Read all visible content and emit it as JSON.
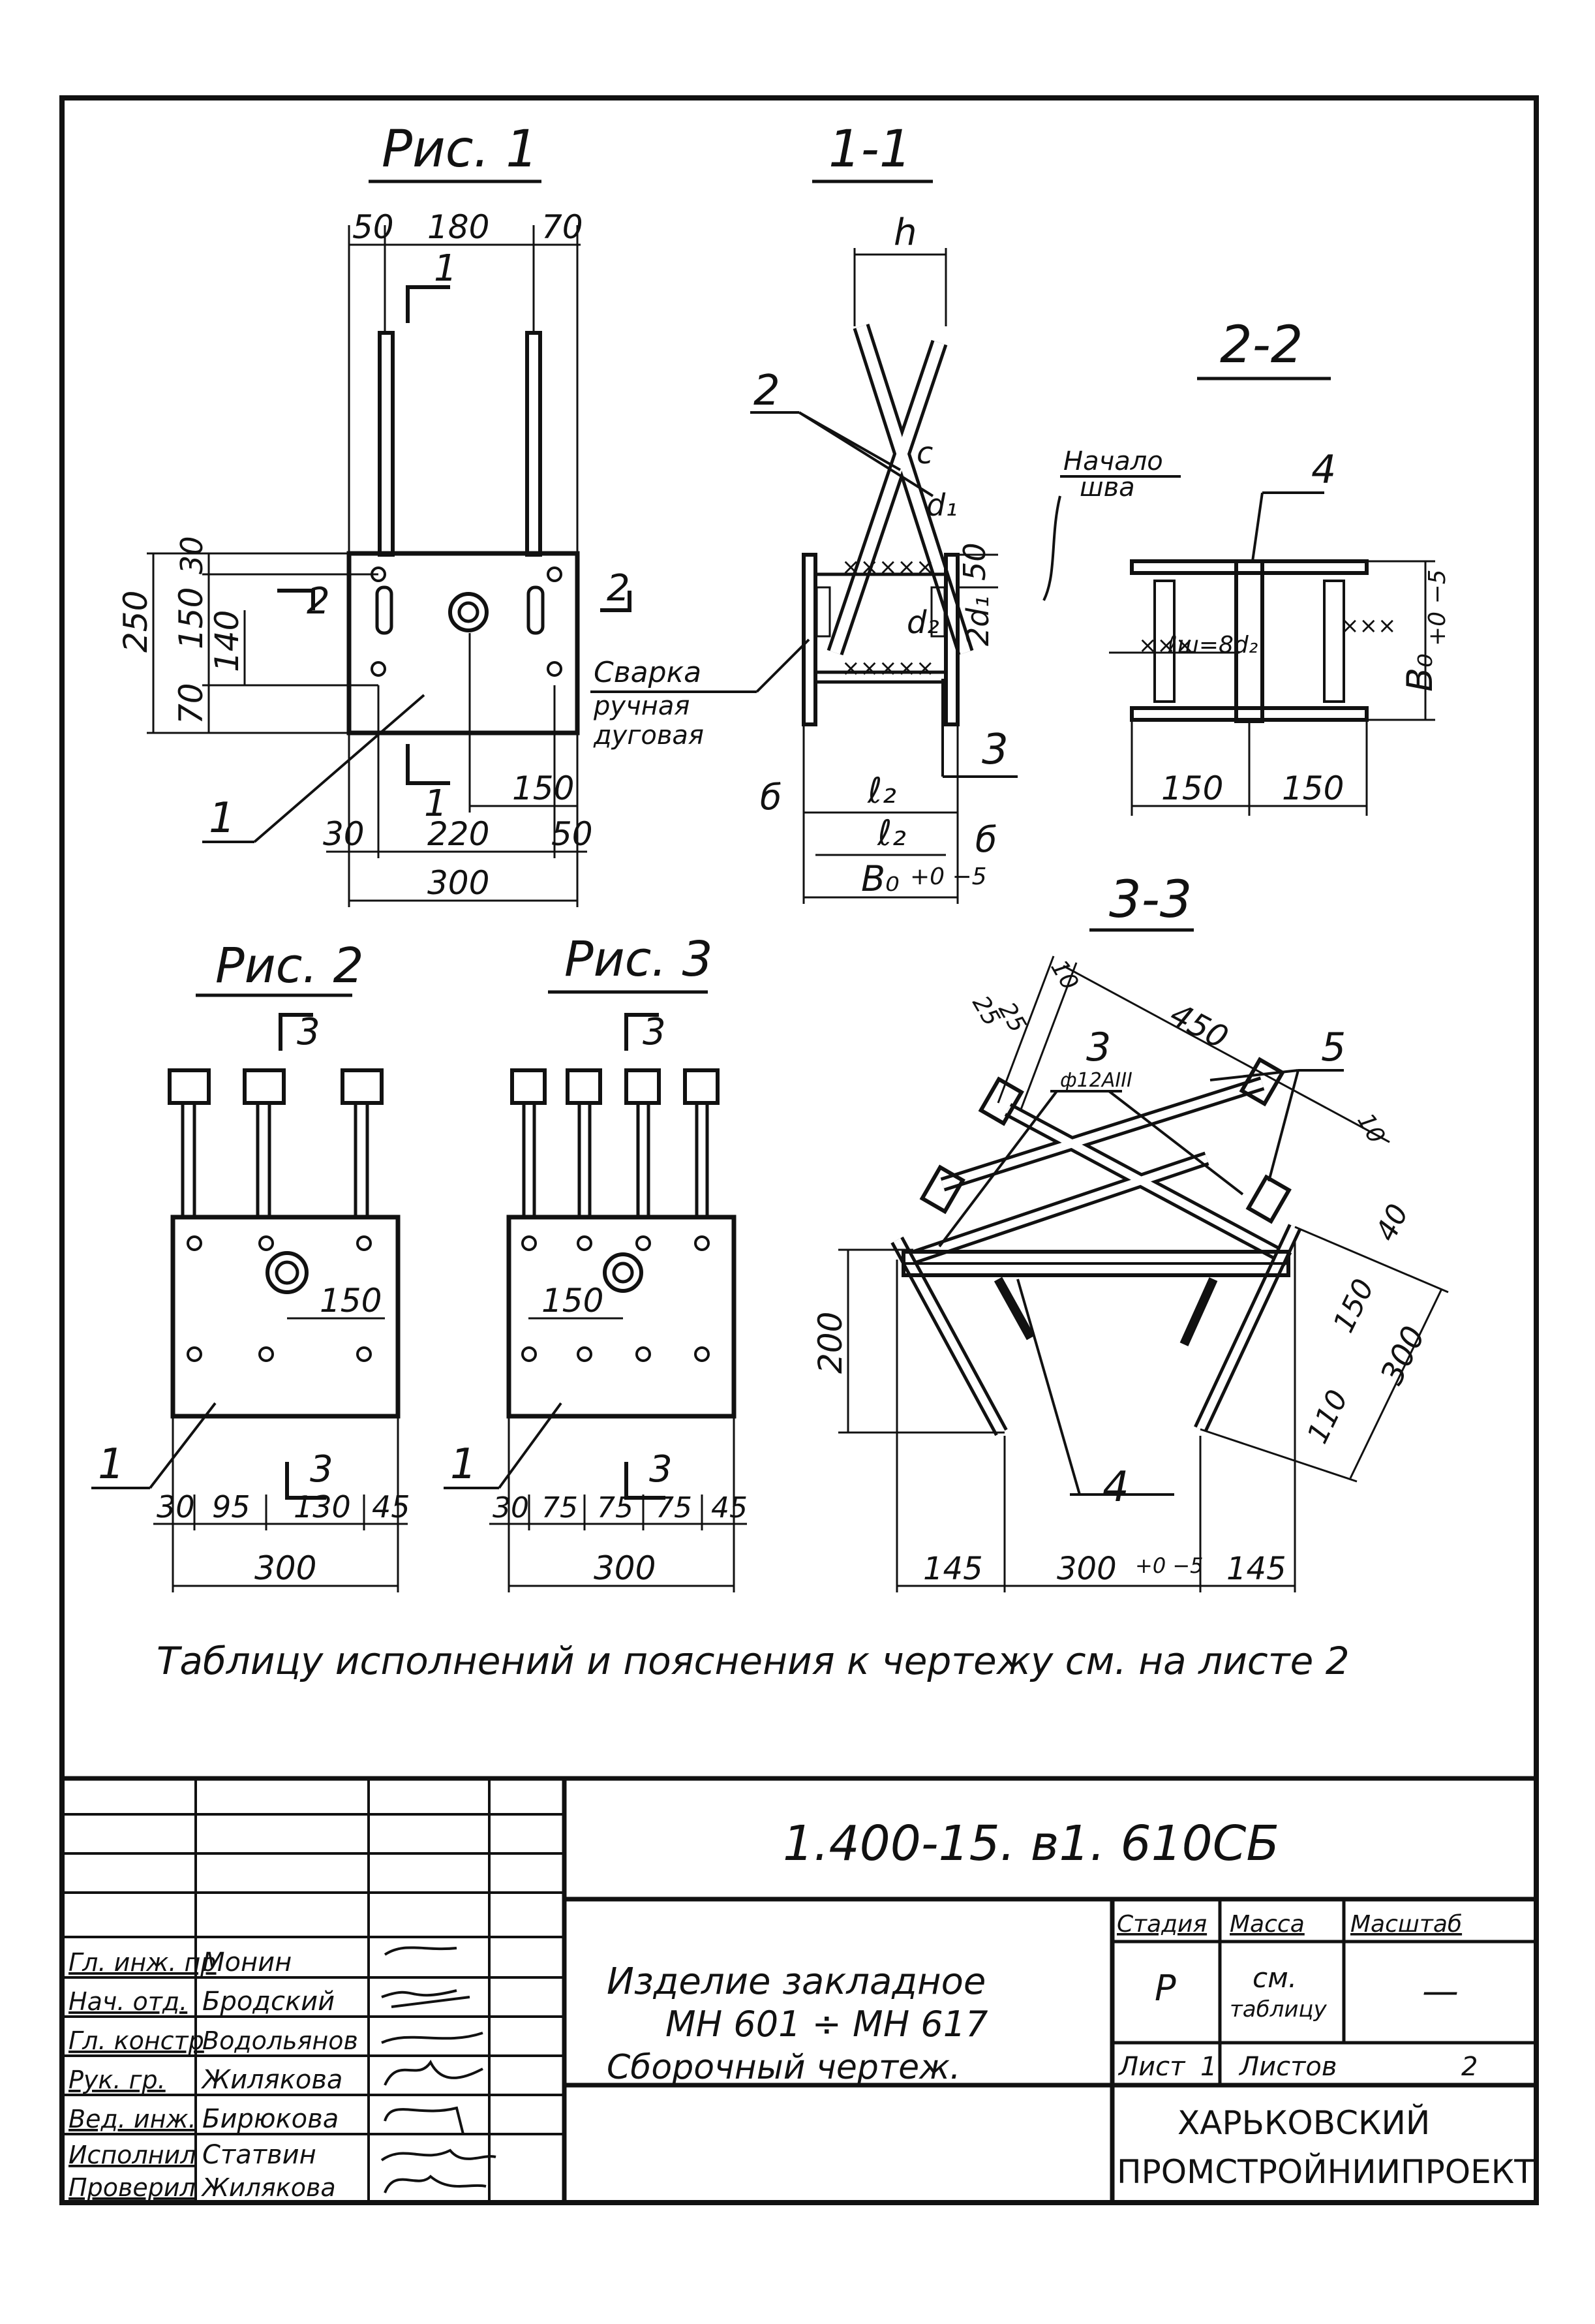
{
  "figures": {
    "fig1": {
      "title": "Рис. 1",
      "dims": {
        "top_a": "50",
        "top_b": "180",
        "top_c": "70",
        "left_total": "250",
        "left_a": "30",
        "left_b": "150",
        "left_c": "70",
        "left_d": "140",
        "bot_a": "30",
        "bot_b": "220",
        "bot_c": "50",
        "bot_total": "300",
        "bot_mid": "150"
      },
      "section_marks": {
        "s1": "1",
        "s2": "2"
      },
      "callout_part": "1",
      "weld_note": [
        "Сварка",
        "ручная",
        "дуговая"
      ]
    },
    "sec11": {
      "title": "1-1",
      "h": "h",
      "d1": "d₁",
      "d2": "d₂",
      "dim50": "50",
      "dd1": "2d₁",
      "l2a": "ℓ₂",
      "l2b": "ℓ₂",
      "b1": "б",
      "b2": "б",
      "b0": "B₀",
      "tol": "+0 −5",
      "c1": "c",
      "part2": "2",
      "part3": "3"
    },
    "sec22": {
      "title": "2-2",
      "start_label": [
        "Начало",
        "шва"
      ],
      "part4": "4",
      "weld_eq": "ℓш=8d₂",
      "dim_a": "150",
      "dim_b": "150",
      "b0": "B₀",
      "tol": "+0 −5"
    },
    "fig2": {
      "title": "Рис. 2",
      "section": "3",
      "part1": "1",
      "dims": {
        "a": "30",
        "b": "95",
        "c": "130",
        "d": "45",
        "total": "300",
        "mid": "150"
      }
    },
    "fig3": {
      "title": "Рис. 3",
      "section": "3",
      "part1": "1",
      "dims": {
        "a": "30",
        "b": "75",
        "c": "75",
        "d": "75",
        "e": "45",
        "total": "300",
        "mid": "150"
      }
    },
    "sec33": {
      "title": "3-3",
      "part3": "3",
      "rebar": "ф12АIII",
      "part4": "4",
      "part5": "5",
      "dims": {
        "d10a": "10",
        "d25a": "25",
        "d25b": "25",
        "d450": "450",
        "d10b": "10",
        "d40": "40",
        "d150": "150",
        "d300": "300",
        "d110": "110",
        "d200": "200",
        "d145a": "145",
        "d300b": "300",
        "tol": "+0 −5",
        "d145b": "145"
      }
    }
  },
  "note": "Таблицу исполнений и пояснения к чертежу см. на листе 2",
  "title_block": {
    "code": "1.400-15. в1. 610СБ",
    "roles": [
      "Гл. инж. пр",
      "Нач. отд.",
      "Гл. констр",
      "Рук. гр.",
      "Вед. инж.",
      "Исполнил",
      "Проверил"
    ],
    "names": [
      "Монин",
      "Бродский",
      "Водольянов",
      "Жиляковa",
      "Бирюкова",
      "Статвин",
      "Жилякова"
    ],
    "product_title": [
      "Изделие закладное",
      "МН 601 ÷ МН 617",
      "Сборочный чертеж."
    ],
    "col_stage": "Стадия",
    "col_mass": "Масса",
    "col_scale": "Масштаб",
    "stage": "Р",
    "mass": [
      "см.",
      "таблицу"
    ],
    "scale": "—",
    "sheet_label": "Лист",
    "sheet_no": "1",
    "sheets_label": "Листов",
    "sheets_no": "2",
    "org": [
      "ХАРЬКОВСКИЙ",
      "ПРОМСТРОЙНИИПРОЕКТ"
    ]
  }
}
